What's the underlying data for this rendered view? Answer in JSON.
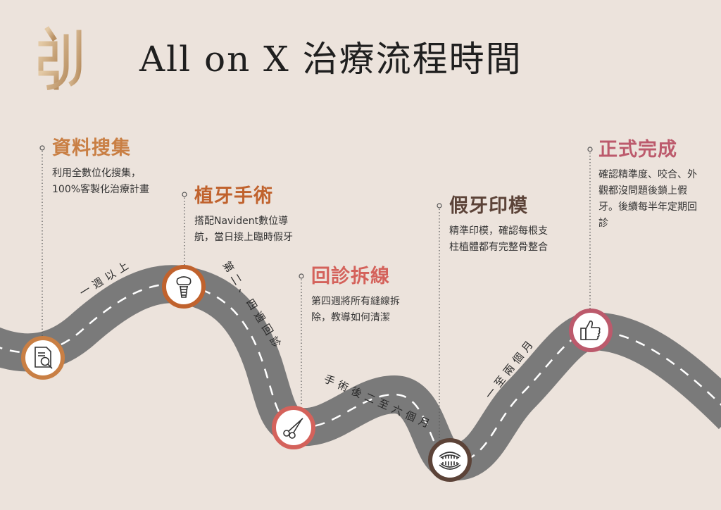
{
  "title": "All on X 治療流程時間",
  "colors": {
    "background": "#ece3dc",
    "road": "#7a7a7a",
    "step1": "#c97f44",
    "step2": "#c0622d",
    "step3": "#d4625b",
    "step4": "#5c4338",
    "step5": "#bc5a6c"
  },
  "steps": [
    {
      "title": "資料搜集",
      "desc_l1": "利用全數位化搜集，",
      "desc_l2": "100%客製化治療計畫",
      "icon": "document-search-icon"
    },
    {
      "title": "植牙手術",
      "desc_l1": "搭配Navident數位導",
      "desc_l2": "航，當日接上臨時假牙",
      "icon": "dental-implant-icon"
    },
    {
      "title": "回診拆線",
      "desc_l1": "第四週將所有縫線拆",
      "desc_l2": "除，教導如何清潔",
      "icon": "scissors-icon"
    },
    {
      "title": "假牙印模",
      "desc_l1": "精準印模，確認每根支",
      "desc_l2": "柱植體都有完整骨整合",
      "icon": "denture-icon"
    },
    {
      "title": "正式完成",
      "desc_l1": "確認精準度、咬合、外",
      "desc_l2": "觀都沒問題後鎖上假",
      "desc_l3": "牙。後續每半年定期回",
      "desc_l4": "診",
      "icon": "thumbs-up-icon"
    }
  ],
  "durations": [
    "一週以上",
    "第二、四週回診",
    "手術後二至六個月",
    "一至兩個月"
  ]
}
